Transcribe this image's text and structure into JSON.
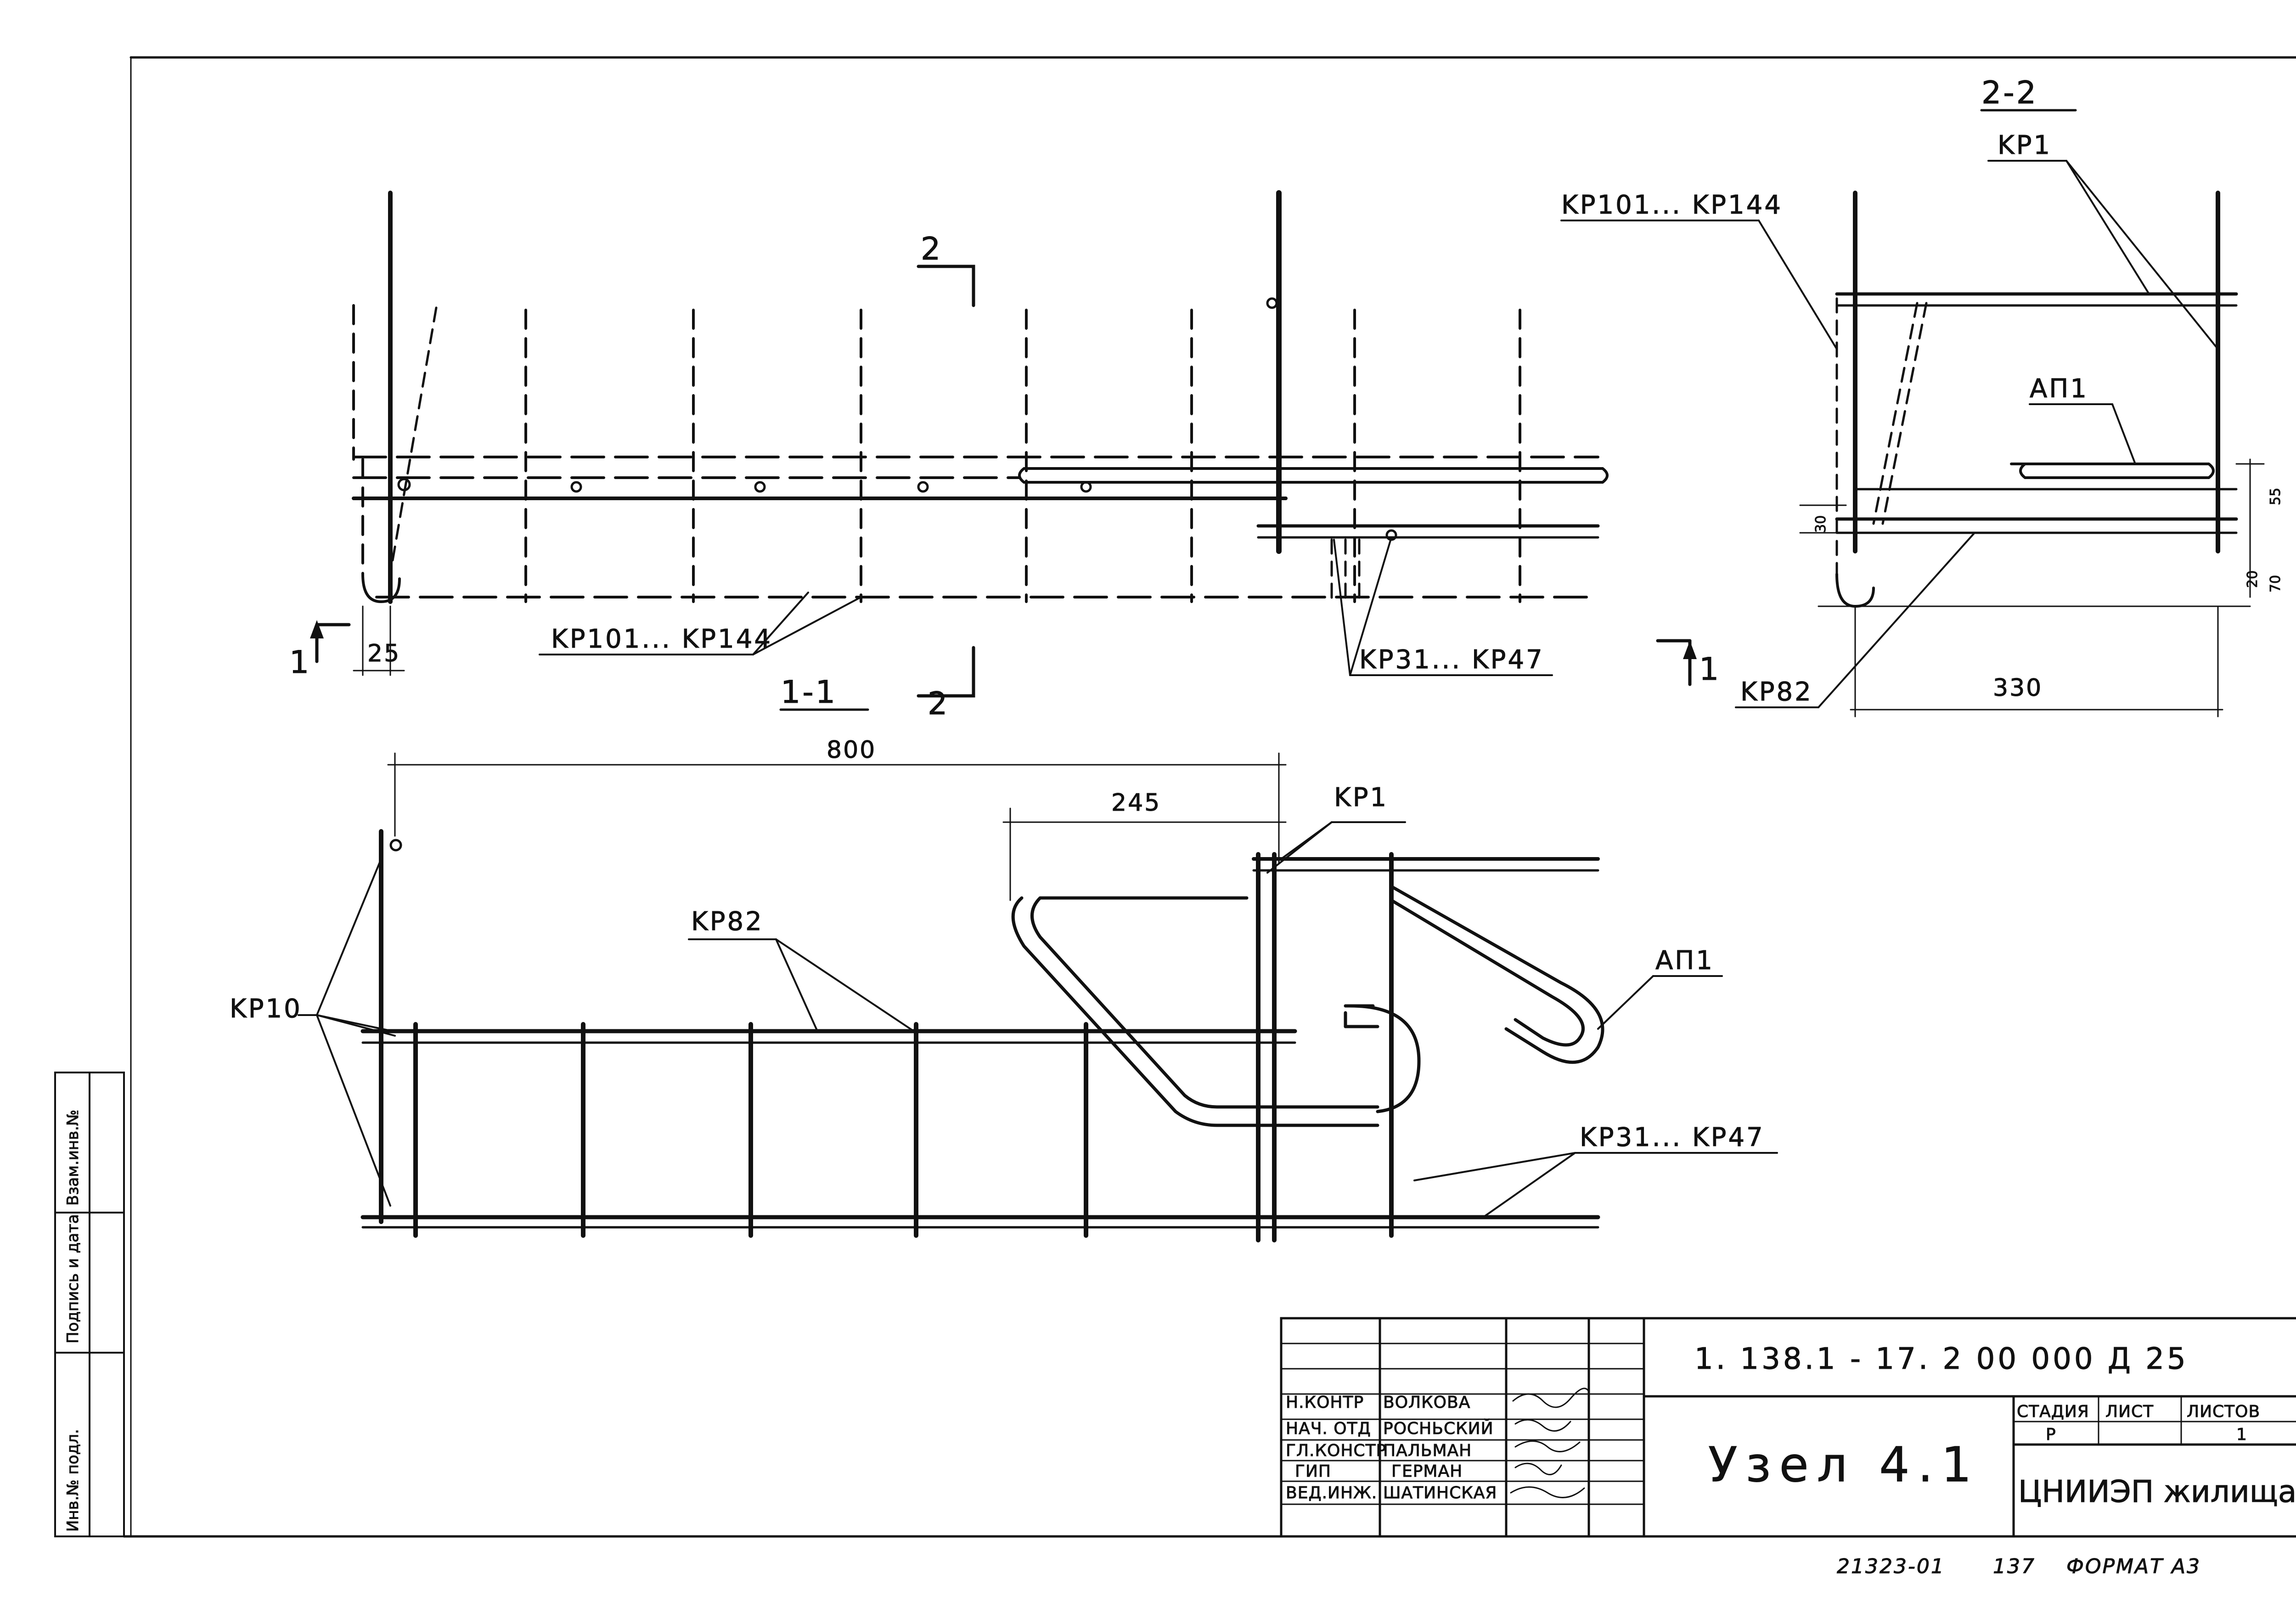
{
  "labels": {
    "kr1": "KP1",
    "kr10": "KP10",
    "kr82": "KP82",
    "kr101_144": "KP101... KP144",
    "kr31_47": "KP31... KP47",
    "ap1": "АП1"
  },
  "sections": {
    "s11": "1-1",
    "s22": "2-2",
    "mark1": "1",
    "mark2": "2"
  },
  "dimensions": {
    "d800": "800",
    "d245": "245",
    "d25": "25",
    "d330": "330",
    "d30": "30",
    "d55": "55",
    "d20": "20",
    "d70": "70"
  },
  "title_block": {
    "document_code": "1. 138.1 - 17. 2   00 000 Д 25",
    "title": "Узел 4.1",
    "stage_label": "СТАДИЯ",
    "sheet_label": "ЛИСТ",
    "sheets_label": "ЛИСТОВ",
    "stage_value": "Р",
    "sheets_value": "1",
    "organization": "ЦНИИЭП жилища",
    "staff": [
      {
        "role": "Н.КОНТР",
        "name": "ВОЛКОВА"
      },
      {
        "role": "НАЧ. ОТД",
        "name": "РОСНЬСКИЙ"
      },
      {
        "role": "ГЛ.КОНСТР",
        "name": "ПАЛЬМАН"
      },
      {
        "role": "ГИП",
        "name": "ГЕРМАН"
      },
      {
        "role": "ВЕД.ИНЖ.",
        "name": "ШАТИНСКАЯ"
      }
    ]
  },
  "side_stamp": {
    "col1": "Инв.№ подл.",
    "col2": "Подпись и дата",
    "col3": "Взам.инв.№"
  },
  "footer": {
    "copy_number": "21323-01",
    "page": "137",
    "format": "ФОРМАТ А3"
  }
}
